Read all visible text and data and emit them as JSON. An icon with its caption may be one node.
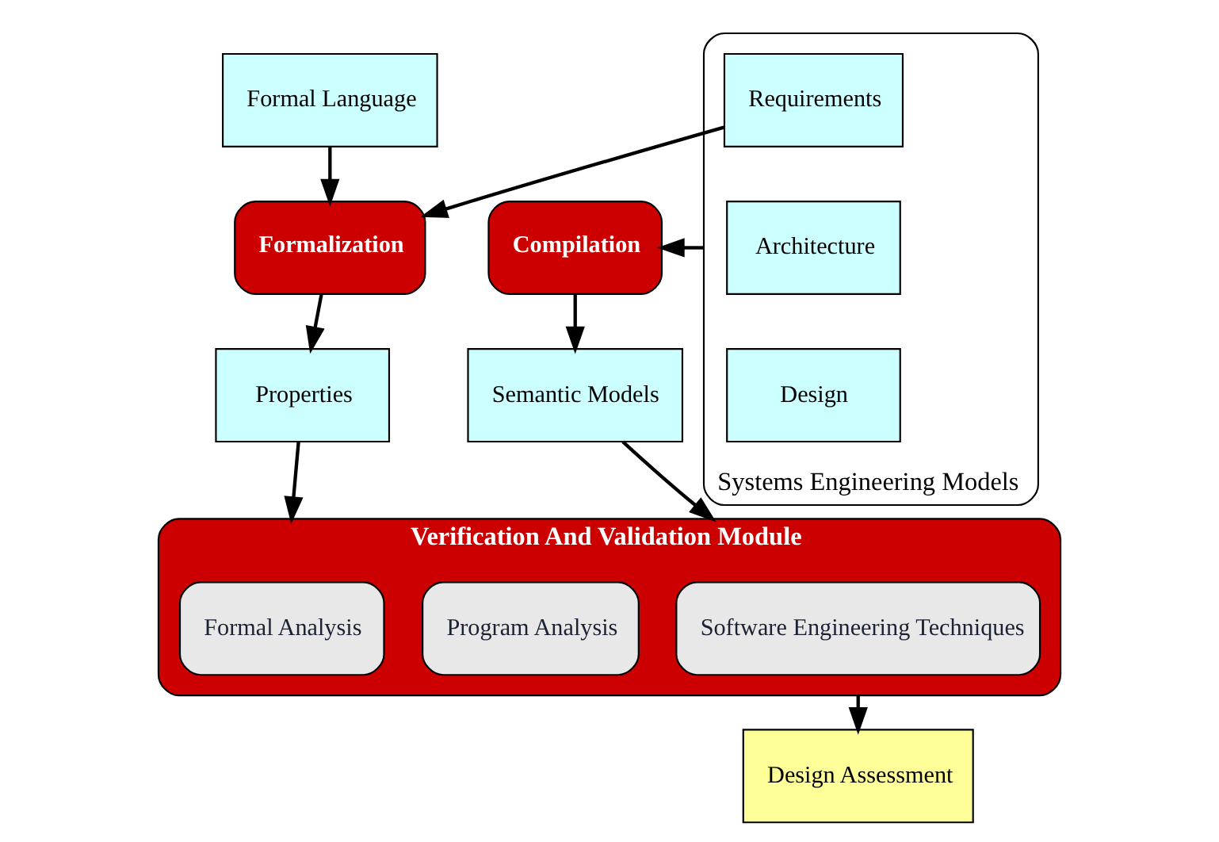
{
  "diagram": {
    "nodes": [
      {
        "text": [
          "Formal Language"
        ]
      },
      {
        "text": [
          "Systems Engineering Models"
        ]
      },
      {
        "text": [
          "Requirements"
        ],
        "in": 1
      },
      {
        "text": [
          "Architecture"
        ],
        "in": 1
      },
      {
        "text": [
          "Design"
        ],
        "in": 1
      },
      {
        "text": [
          "Formalization"
        ]
      },
      {
        "text": [
          "Compilation"
        ]
      },
      {
        "text": [
          "Properties"
        ]
      },
      {
        "text": [
          "Semantic Models"
        ]
      },
      {
        "text": [
          "Verification And Validation Module"
        ]
      },
      {
        "text": [
          "Formal Analysis"
        ],
        "in": 9
      },
      {
        "text": [
          "Program Analysis"
        ],
        "in": 9
      },
      {
        "text": [
          "Software Engineering Techniques"
        ],
        "in": 9
      },
      {
        "text": [
          "Design Assessment"
        ]
      }
    ],
    "edges": [
      {
        "from": 0,
        "to": 5,
        "arrow": "to"
      },
      {
        "from": 2,
        "to": 5,
        "arrow": "to"
      },
      {
        "from": 1,
        "to": 6,
        "arrow": "to"
      },
      {
        "from": 5,
        "to": 7,
        "arrow": "to"
      },
      {
        "from": 6,
        "to": 8,
        "arrow": "to"
      },
      {
        "from": 7,
        "to": 9,
        "arrow": "to"
      },
      {
        "from": 8,
        "to": 9,
        "arrow": "to"
      },
      {
        "from": 9,
        "to": 13,
        "arrow": "to"
      }
    ]
  }
}
